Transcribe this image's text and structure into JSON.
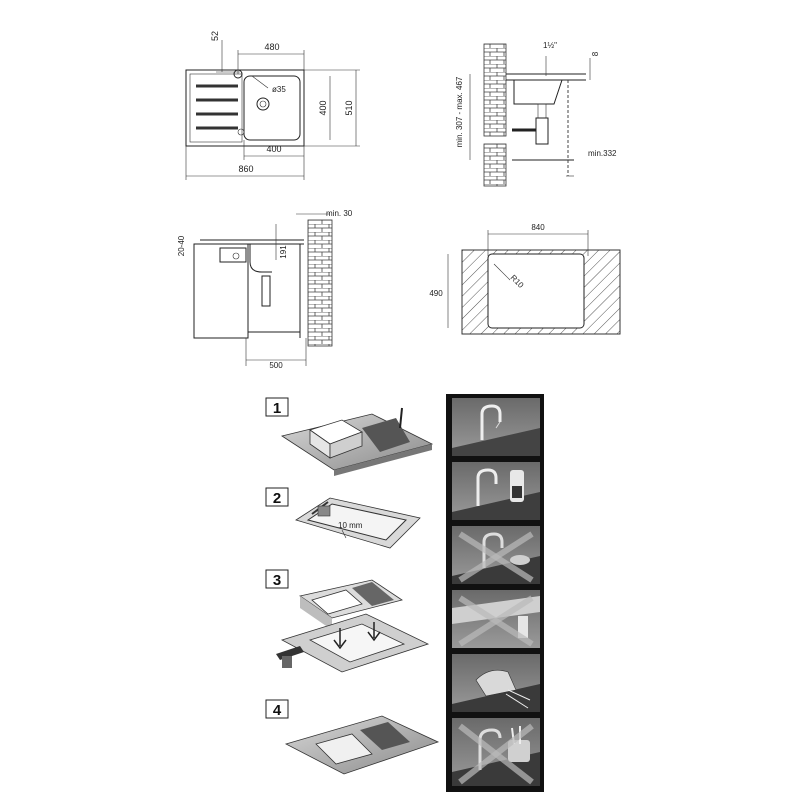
{
  "top_left_dims": {
    "d52": "52",
    "d480": "480",
    "d35": "ø35",
    "d400h": "400",
    "d510": "510",
    "d400w": "400",
    "d860": "860"
  },
  "top_right_dims": {
    "d_inch": "1½\"",
    "d8": "8",
    "dmax": "min. 307 - max. 467",
    "dmin332": "min.332"
  },
  "mid_left_dims": {
    "d2040": "20-40",
    "d191": "191",
    "dmin30": "min. 30",
    "d500": "500"
  },
  "mid_right_dims": {
    "d840": "840",
    "dr10": "R10",
    "d490": "490"
  },
  "steps": [
    {
      "number": "1"
    },
    {
      "number": "2",
      "gap_label": "10 mm"
    },
    {
      "number": "3"
    },
    {
      "number": "4"
    }
  ]
}
